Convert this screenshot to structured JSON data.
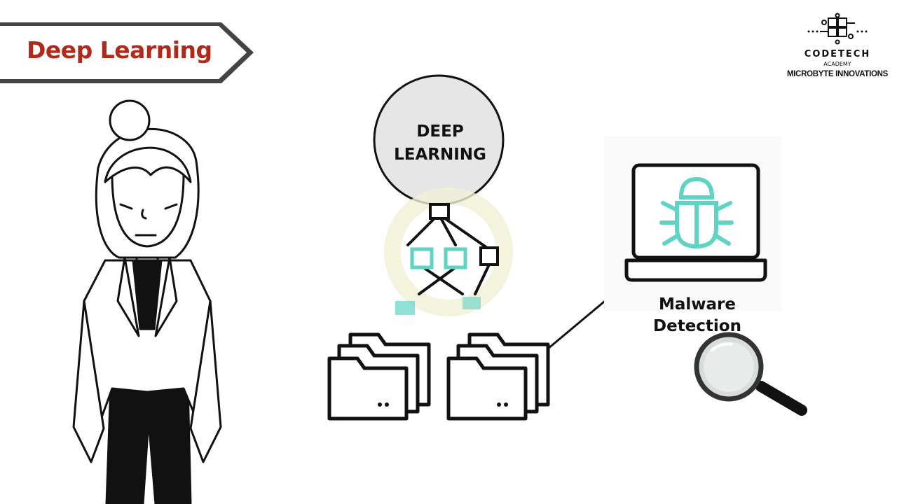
{
  "slide": {
    "title": "Deep Learning",
    "circle_label_line1": "DEEP",
    "circle_label_line2": "LEARNING",
    "feature_label_line1": "Malware",
    "feature_label_line2": "Detection"
  },
  "logo": {
    "name": "CODETECH",
    "sub": "ACADEMY",
    "company": "MICROBYTE INNOVATIONS"
  },
  "icons": {
    "presenter": "woman-presenter-illustration",
    "network": "neural-network-icon",
    "folders": "folder-stack-icon",
    "laptop": "laptop-icon",
    "bug": "bug-icon",
    "magnifier": "magnifying-glass-icon"
  },
  "colors": {
    "title_red": "#b02a1c",
    "accent_teal": "#5fd3c4",
    "highlight_yellow": "#f1f0d6",
    "circle_gray": "#e6e6e6",
    "outline": "#111111"
  }
}
